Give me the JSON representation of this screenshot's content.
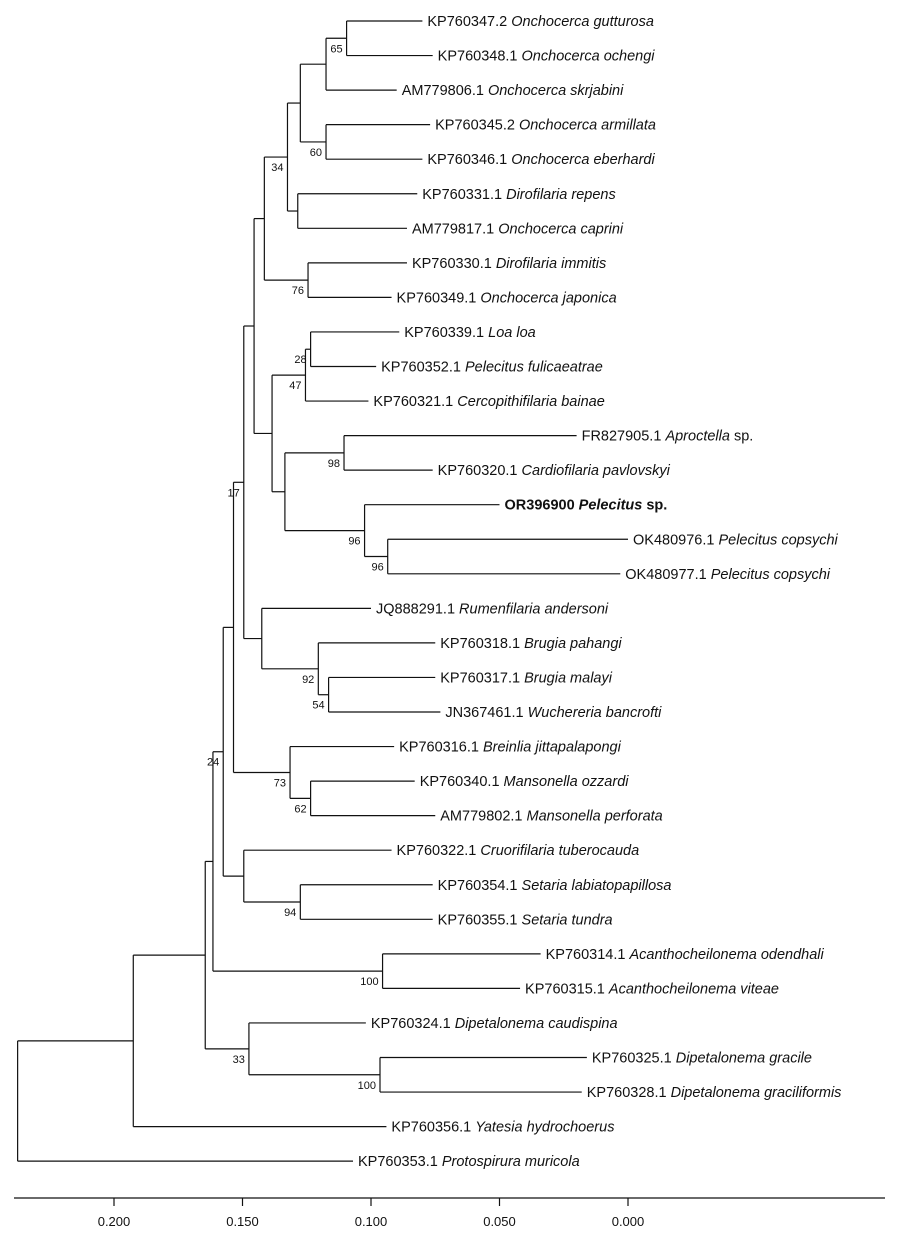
{
  "leaves": [
    {
      "acc": "KP760347.2",
      "species": "Onchocerca gutturosa",
      "suffix": ""
    },
    {
      "acc": "KP760348.1",
      "species": "Onchocerca ochengi",
      "suffix": ""
    },
    {
      "acc": "AM779806.1",
      "species": "Onchocerca skrjabini",
      "suffix": ""
    },
    {
      "acc": "KP760345.2",
      "species": "Onchocerca armillata",
      "suffix": ""
    },
    {
      "acc": "KP760346.1",
      "species": "Onchocerca eberhardi",
      "suffix": ""
    },
    {
      "acc": "KP760331.1",
      "species": "Dirofilaria repens",
      "suffix": ""
    },
    {
      "acc": "AM779817.1",
      "species": "Onchocerca caprini",
      "suffix": ""
    },
    {
      "acc": "KP760330.1",
      "species": "Dirofilaria immitis",
      "suffix": ""
    },
    {
      "acc": "KP760349.1",
      "species": "Onchocerca japonica",
      "suffix": ""
    },
    {
      "acc": "KP760339.1",
      "species": "Loa loa",
      "suffix": ""
    },
    {
      "acc": "KP760352.1",
      "species": "Pelecitus fulicaeatrae",
      "suffix": ""
    },
    {
      "acc": "KP760321.1",
      "species": "Cercopithifilaria bainae",
      "suffix": ""
    },
    {
      "acc": "FR827905.1",
      "species": "Aproctella",
      "suffix": " sp."
    },
    {
      "acc": "KP760320.1",
      "species": "Cardiofilaria pavlovskyi",
      "suffix": ""
    },
    {
      "acc": "OR396900",
      "species": "Pelecitus",
      "suffix": " sp.",
      "bold": true
    },
    {
      "acc": "OK480976.1",
      "species": "Pelecitus copsychi",
      "suffix": ""
    },
    {
      "acc": "OK480977.1",
      "species": "Pelecitus copsychi",
      "suffix": ""
    },
    {
      "acc": "JQ888291.1",
      "species": "Rumenfilaria andersoni",
      "suffix": ""
    },
    {
      "acc": "KP760318.1",
      "species": "Brugia pahangi",
      "suffix": ""
    },
    {
      "acc": "KP760317.1",
      "species": "Brugia malayi",
      "suffix": ""
    },
    {
      "acc": "JN367461.1",
      "species": "Wuchereria bancrofti",
      "suffix": ""
    },
    {
      "acc": "KP760316.1",
      "species": "Breinlia jittapalapongi",
      "suffix": ""
    },
    {
      "acc": "KP760340.1",
      "species": "Mansonella ozzardi",
      "suffix": ""
    },
    {
      "acc": "AM779802.1",
      "species": "Mansonella perforata",
      "suffix": ""
    },
    {
      "acc": "KP760322.1",
      "species": "Cruorifilaria tuberocauda",
      "suffix": ""
    },
    {
      "acc": "KP760354.1",
      "species": "Setaria labiatopapillosa",
      "suffix": ""
    },
    {
      "acc": "KP760355.1",
      "species": "Setaria tundra",
      "suffix": ""
    },
    {
      "acc": "KP760314.1",
      "species": "Acanthocheilonema odendhali",
      "suffix": ""
    },
    {
      "acc": "KP760315.1",
      "species": "Acanthocheilonema viteae",
      "suffix": ""
    },
    {
      "acc": "KP760324.1",
      "species": "Dipetalonema caudispina",
      "suffix": ""
    },
    {
      "acc": "KP760325.1",
      "species": "Dipetalonema gracile",
      "suffix": ""
    },
    {
      "acc": "KP760328.1",
      "species": "Dipetalonema graciliformis",
      "suffix": ""
    },
    {
      "acc": "KP760356.1",
      "species": "Yatesia hydrochoerus",
      "suffix": ""
    },
    {
      "acc": "KP760353.1",
      "species": "Protospirura muricola",
      "suffix": ""
    }
  ],
  "nodes": [
    {
      "id": "root",
      "depth": 0.2375,
      "children": [
        "P",
        "L33"
      ]
    },
    {
      "id": "P",
      "depth": 0.1925,
      "children": [
        "Q",
        "L32"
      ]
    },
    {
      "id": "Q",
      "depth": 0.1645,
      "children": [
        "R",
        "DIP"
      ]
    },
    {
      "id": "R",
      "depth": 0.1615,
      "children": [
        "S",
        "ACA"
      ]
    },
    {
      "id": "S",
      "depth": 0.1575,
      "children": [
        "T",
        "CRU"
      ],
      "support": "24"
    },
    {
      "id": "T",
      "depth": 0.1535,
      "children": [
        "U",
        "MAN"
      ]
    },
    {
      "id": "U",
      "depth": 0.1495,
      "children": [
        "A",
        "W"
      ],
      "support": "17"
    },
    {
      "id": "A",
      "depth": 0.1455,
      "children": [
        "B",
        "C"
      ]
    },
    {
      "id": "B",
      "depth": 0.1415,
      "children": [
        "D",
        "DIM"
      ]
    },
    {
      "id": "D",
      "depth": 0.1325,
      "children": [
        "OAE",
        "DRC"
      ],
      "support": "34"
    },
    {
      "id": "OAE",
      "depth": 0.1275,
      "children": [
        "OGS",
        "AE"
      ]
    },
    {
      "id": "OGS",
      "depth": 0.1175,
      "children": [
        "OGO",
        "L2"
      ]
    },
    {
      "id": "OGO",
      "depth": 0.1095,
      "children": [
        "L0",
        "L1"
      ],
      "support": "65"
    },
    {
      "id": "AE",
      "depth": 0.1175,
      "children": [
        "L3",
        "L4"
      ],
      "support": "60"
    },
    {
      "id": "DRC",
      "depth": 0.1285,
      "children": [
        "L5",
        "L6"
      ]
    },
    {
      "id": "DIM",
      "depth": 0.1245,
      "children": [
        "L7",
        "L8"
      ],
      "support": "76"
    },
    {
      "id": "C",
      "depth": 0.1385,
      "children": [
        "LPC",
        "APC"
      ]
    },
    {
      "id": "LPC",
      "depth": 0.1255,
      "children": [
        "LP",
        "L11"
      ],
      "support": "47"
    },
    {
      "id": "LP",
      "depth": 0.1235,
      "children": [
        "L9",
        "L10"
      ],
      "support": "28"
    },
    {
      "id": "APC",
      "depth": 0.1335,
      "children": [
        "AC",
        "PEL"
      ]
    },
    {
      "id": "AC",
      "depth": 0.1105,
      "children": [
        "L12",
        "L13"
      ],
      "support": "98"
    },
    {
      "id": "PEL",
      "depth": 0.1025,
      "children": [
        "L14",
        "PC"
      ],
      "support": "96"
    },
    {
      "id": "PC",
      "depth": 0.0935,
      "children": [
        "L15",
        "L16"
      ],
      "support": "96"
    },
    {
      "id": "W",
      "depth": 0.1425,
      "children": [
        "L17",
        "BW"
      ]
    },
    {
      "id": "BW",
      "depth": 0.1205,
      "children": [
        "L18",
        "BW2"
      ],
      "support": "92"
    },
    {
      "id": "BW2",
      "depth": 0.1165,
      "children": [
        "L19",
        "L20"
      ],
      "support": "54"
    },
    {
      "id": "MAN",
      "depth": 0.1315,
      "children": [
        "L21",
        "MO"
      ],
      "support": "73"
    },
    {
      "id": "MO",
      "depth": 0.1235,
      "children": [
        "L22",
        "L23"
      ],
      "support": "62"
    },
    {
      "id": "CRU",
      "depth": 0.1495,
      "children": [
        "L24",
        "SET"
      ]
    },
    {
      "id": "SET",
      "depth": 0.1275,
      "children": [
        "L25",
        "L26"
      ],
      "support": "94"
    },
    {
      "id": "ACA",
      "depth": 0.0955,
      "children": [
        "L27",
        "L28"
      ],
      "support": "100"
    },
    {
      "id": "DIP",
      "depth": 0.1475,
      "children": [
        "L29",
        "DG"
      ],
      "support": "33"
    },
    {
      "id": "DG",
      "depth": 0.0965,
      "children": [
        "L30",
        "L31"
      ],
      "support": "100"
    }
  ],
  "leaf_lengths": [
    0.0295,
    0.0335,
    0.0275,
    0.0405,
    0.0375,
    0.0465,
    0.0425,
    0.0385,
    0.0325,
    0.0345,
    0.0255,
    0.0245,
    0.0905,
    0.0345,
    0.0525,
    0.0935,
    0.0905,
    0.0425,
    0.0455,
    0.0415,
    0.0435,
    0.0405,
    0.0405,
    0.0485,
    0.0575,
    0.0515,
    0.0515,
    0.0615,
    0.0535,
    0.0455,
    0.0805,
    0.0785,
    0.0985,
    0.1305
  ],
  "scale_axis": {
    "ticks": [
      0.2,
      0.15,
      0.1,
      0.05,
      0.0
    ],
    "tick_labels": [
      "0.200",
      "0.150",
      "0.100",
      "0.050",
      "0.000"
    ]
  }
}
